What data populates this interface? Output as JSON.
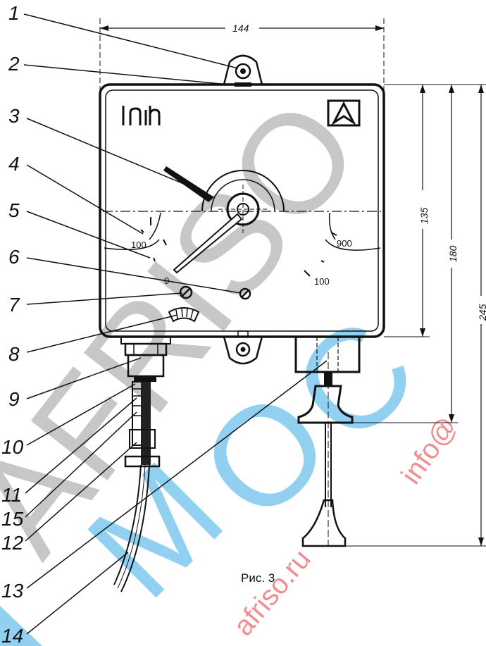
{
  "figure": {
    "caption": "Рис. 3",
    "callouts": [
      "1",
      "2",
      "3",
      "4",
      "5",
      "6",
      "7",
      "8",
      "9",
      "10",
      "11",
      "15",
      "12",
      "13",
      "14"
    ],
    "dimensions": {
      "width": "144",
      "panel_height": "135",
      "body_height": "180",
      "total_height": "245"
    },
    "face_labels": {
      "scale_left": "100",
      "scale_right_top": "900",
      "scale_right_bottom": "100",
      "zero": "0"
    },
    "brand": {
      "logo_text": "lnln",
      "mark": "A"
    }
  },
  "watermark": {
    "big_text": "AFRISO",
    "small_text": "afriso.ru",
    "email_fragment": "info@",
    "colors": {
      "grey": "#9a9a9a",
      "blue": "#3aa9e6",
      "red": "#e4343a"
    }
  }
}
